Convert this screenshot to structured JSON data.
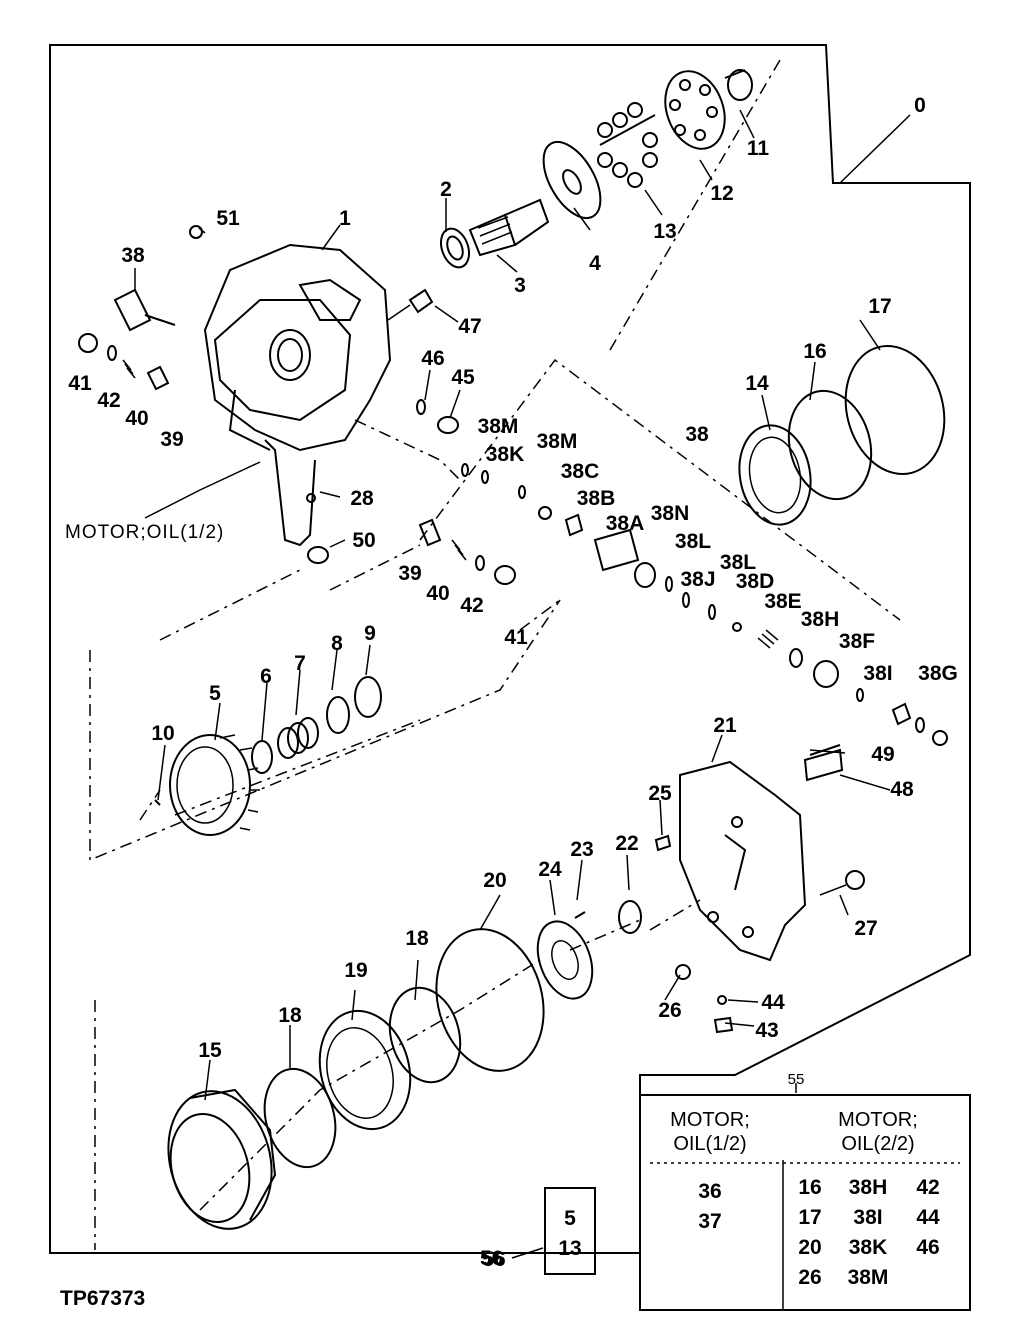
{
  "figure_id": "TP67373",
  "assembly_label": "0",
  "reference_label": "MOTOR;OIL(1/2)",
  "part_labels": [
    "1",
    "2",
    "3",
    "4",
    "5",
    "6",
    "7",
    "8",
    "9",
    "10",
    "11",
    "12",
    "13",
    "14",
    "15",
    "16",
    "17",
    "18",
    "18",
    "19",
    "20",
    "21",
    "22",
    "23",
    "24",
    "25",
    "26",
    "27",
    "28",
    "38",
    "38",
    "38A",
    "38B",
    "38C",
    "38D",
    "38E",
    "38F",
    "38G",
    "38H",
    "38I",
    "38J",
    "38K",
    "38L",
    "38L",
    "38M",
    "38M",
    "38N",
    "39",
    "39",
    "40",
    "40",
    "41",
    "41",
    "42",
    "42",
    "43",
    "44",
    "45",
    "46",
    "47",
    "48",
    "49",
    "50",
    "51",
    "56"
  ],
  "kit_box": {
    "label": "56",
    "items": [
      "5",
      "13"
    ]
  },
  "table": {
    "number": "55",
    "left_header": [
      "MOTOR;",
      "OIL(1/2)"
    ],
    "right_header": [
      "MOTOR;",
      "OIL(2/2)"
    ],
    "left_items": [
      "36",
      "37"
    ],
    "right_rows": [
      [
        "16",
        "38H",
        "42"
      ],
      [
        "17",
        "38I",
        "44"
      ],
      [
        "20",
        "38K",
        "46"
      ],
      [
        "26",
        "38M",
        ""
      ]
    ]
  }
}
